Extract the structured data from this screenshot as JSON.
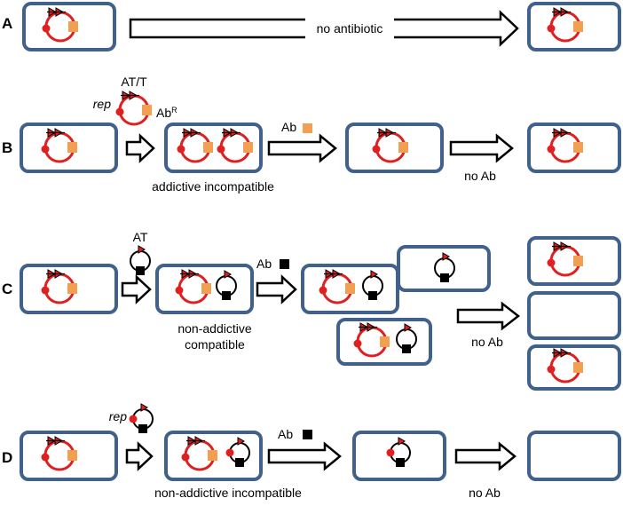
{
  "rows": {
    "A": {
      "label": "A",
      "note": "no antibiotic"
    },
    "B": {
      "label": "B",
      "plasmid_labels": {
        "rep": "rep",
        "at_t": "AT/T",
        "ab": "Ab",
        "ab_sup": "R"
      },
      "step_ab": "Ab",
      "no_ab": "no Ab",
      "caption": "addictive incompatible"
    },
    "C": {
      "label": "C",
      "at": "AT",
      "step_ab": "Ab",
      "no_ab": "no Ab",
      "caption_line1": "non-addictive",
      "caption_line2": "compatible"
    },
    "D": {
      "label": "D",
      "rep": "rep",
      "step_ab": "Ab",
      "no_ab": "no Ab",
      "caption": "non-addictive incompatible"
    }
  },
  "colors": {
    "cell_border": "#40618b",
    "addictive_plasmid": "#e02020",
    "resistance_marker": "#f0a050",
    "second_plasmid": "#000000"
  }
}
